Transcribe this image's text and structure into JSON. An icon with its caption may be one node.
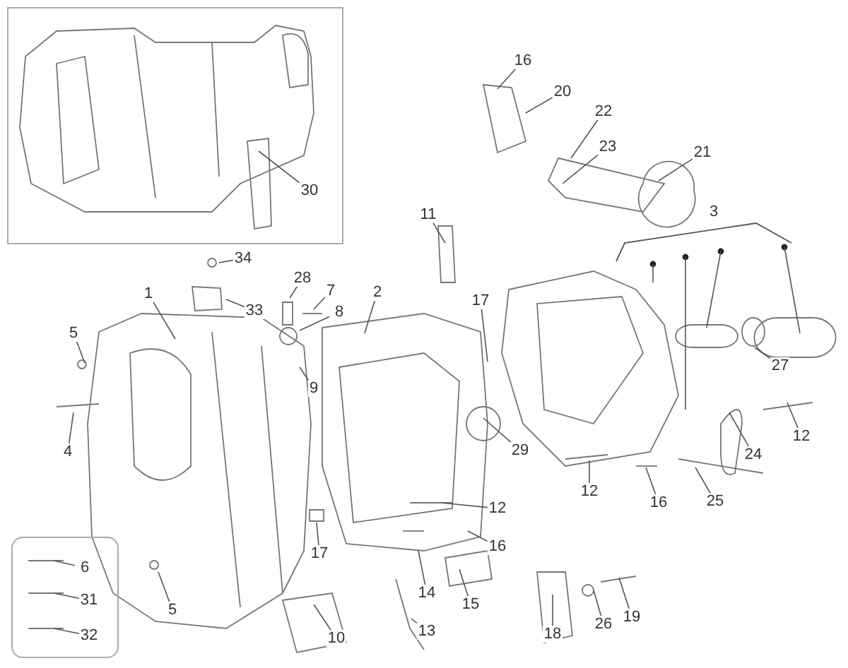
{
  "diagram": {
    "nodes": [
      {
        "text": [],
        "shape": "box"
      },
      {
        "text": [
          "30"
        ],
        "in": 0
      },
      {
        "text": [
          "16"
        ]
      },
      {
        "text": [
          "20"
        ]
      },
      {
        "text": [
          "22"
        ]
      },
      {
        "text": [
          "23"
        ]
      },
      {
        "text": [
          "21"
        ]
      },
      {
        "text": [
          "3"
        ]
      },
      {
        "text": [
          "11"
        ]
      },
      {
        "text": [
          "34"
        ]
      },
      {
        "text": [
          "33"
        ]
      },
      {
        "text": [
          "28"
        ]
      },
      {
        "text": [
          "1"
        ]
      },
      {
        "text": [
          "2"
        ]
      },
      {
        "text": [
          "7"
        ]
      },
      {
        "text": [
          "8"
        ]
      },
      {
        "text": [
          "17"
        ]
      },
      {
        "text": [
          "5"
        ]
      },
      {
        "text": [
          "4"
        ]
      },
      {
        "text": [
          "9"
        ]
      },
      {
        "text": [
          "29"
        ]
      },
      {
        "text": [
          "27"
        ]
      },
      {
        "text": [
          "12"
        ]
      },
      {
        "text": [
          "24"
        ]
      },
      {
        "text": [
          "12"
        ]
      },
      {
        "text": [
          "16"
        ]
      },
      {
        "text": [
          "25"
        ]
      },
      {
        "text": [
          "12"
        ]
      },
      {
        "text": [
          "17"
        ]
      },
      {
        "text": [
          "16"
        ]
      },
      {
        "text": [
          "14"
        ]
      },
      {
        "text": [
          "15"
        ]
      },
      {
        "text": [
          "10"
        ]
      },
      {
        "text": [
          "13"
        ]
      },
      {
        "text": [
          "18"
        ]
      },
      {
        "text": [
          "26"
        ]
      },
      {
        "text": [
          "19"
        ]
      },
      {
        "text": [
          "5"
        ]
      },
      {
        "text": [],
        "shape": "box"
      },
      {
        "text": [
          "6"
        ],
        "in": 38
      },
      {
        "text": [
          "31"
        ],
        "in": 38
      },
      {
        "text": [
          "32"
        ],
        "in": 38
      }
    ],
    "edges": [
      {
        "from": 1,
        "to": null,
        "arrow": "none"
      },
      {
        "from": 2,
        "to": null,
        "arrow": "none"
      },
      {
        "from": 3,
        "to": null,
        "arrow": "none"
      },
      {
        "from": 4,
        "to": null,
        "arrow": "none"
      },
      {
        "from": 5,
        "to": null,
        "arrow": "none"
      },
      {
        "from": 6,
        "to": null,
        "arrow": "none"
      },
      {
        "from": 7,
        "to": null,
        "arrow": "none"
      },
      {
        "from": 7,
        "to": null,
        "arrow": "none"
      },
      {
        "from": 7,
        "to": null,
        "arrow": "none"
      },
      {
        "from": 7,
        "to": null,
        "arrow": "none"
      },
      {
        "from": 8,
        "to": null,
        "arrow": "none"
      },
      {
        "from": 9,
        "to": null,
        "arrow": "none"
      },
      {
        "from": 10,
        "to": null,
        "arrow": "none"
      },
      {
        "from": 11,
        "to": null,
        "arrow": "none"
      },
      {
        "from": 12,
        "to": null,
        "arrow": "none"
      },
      {
        "from": 13,
        "to": null,
        "arrow": "none"
      },
      {
        "from": 14,
        "to": null,
        "arrow": "none"
      },
      {
        "from": 15,
        "to": null,
        "arrow": "none"
      },
      {
        "from": 16,
        "to": null,
        "arrow": "none"
      },
      {
        "from": 17,
        "to": null,
        "arrow": "none"
      },
      {
        "from": 18,
        "to": null,
        "arrow": "none"
      },
      {
        "from": 19,
        "to": null,
        "arrow": "none"
      },
      {
        "from": 20,
        "to": null,
        "arrow": "none"
      },
      {
        "from": 21,
        "to": null,
        "arrow": "none"
      },
      {
        "from": 22,
        "to": null,
        "arrow": "none"
      },
      {
        "from": 23,
        "to": null,
        "arrow": "none"
      },
      {
        "from": 24,
        "to": null,
        "arrow": "none"
      },
      {
        "from": 25,
        "to": null,
        "arrow": "none"
      },
      {
        "from": 26,
        "to": null,
        "arrow": "none"
      },
      {
        "from": 27,
        "to": null,
        "arrow": "none"
      },
      {
        "from": 28,
        "to": null,
        "arrow": "none"
      },
      {
        "from": 29,
        "to": null,
        "arrow": "none"
      },
      {
        "from": 30,
        "to": null,
        "arrow": "none"
      },
      {
        "from": 31,
        "to": null,
        "arrow": "none"
      },
      {
        "from": 32,
        "to": null,
        "arrow": "none"
      },
      {
        "from": 33,
        "to": null,
        "arrow": "none"
      },
      {
        "from": 34,
        "to": null,
        "arrow": "none"
      },
      {
        "from": 35,
        "to": null,
        "arrow": "none"
      },
      {
        "from": 36,
        "to": null,
        "arrow": "none"
      },
      {
        "from": 37,
        "to": null,
        "arrow": "none"
      },
      {
        "from": 39,
        "to": null,
        "arrow": "none"
      },
      {
        "from": 40,
        "to": null,
        "arrow": "none"
      },
      {
        "from": 41,
        "to": null,
        "arrow": "none"
      }
    ]
  }
}
